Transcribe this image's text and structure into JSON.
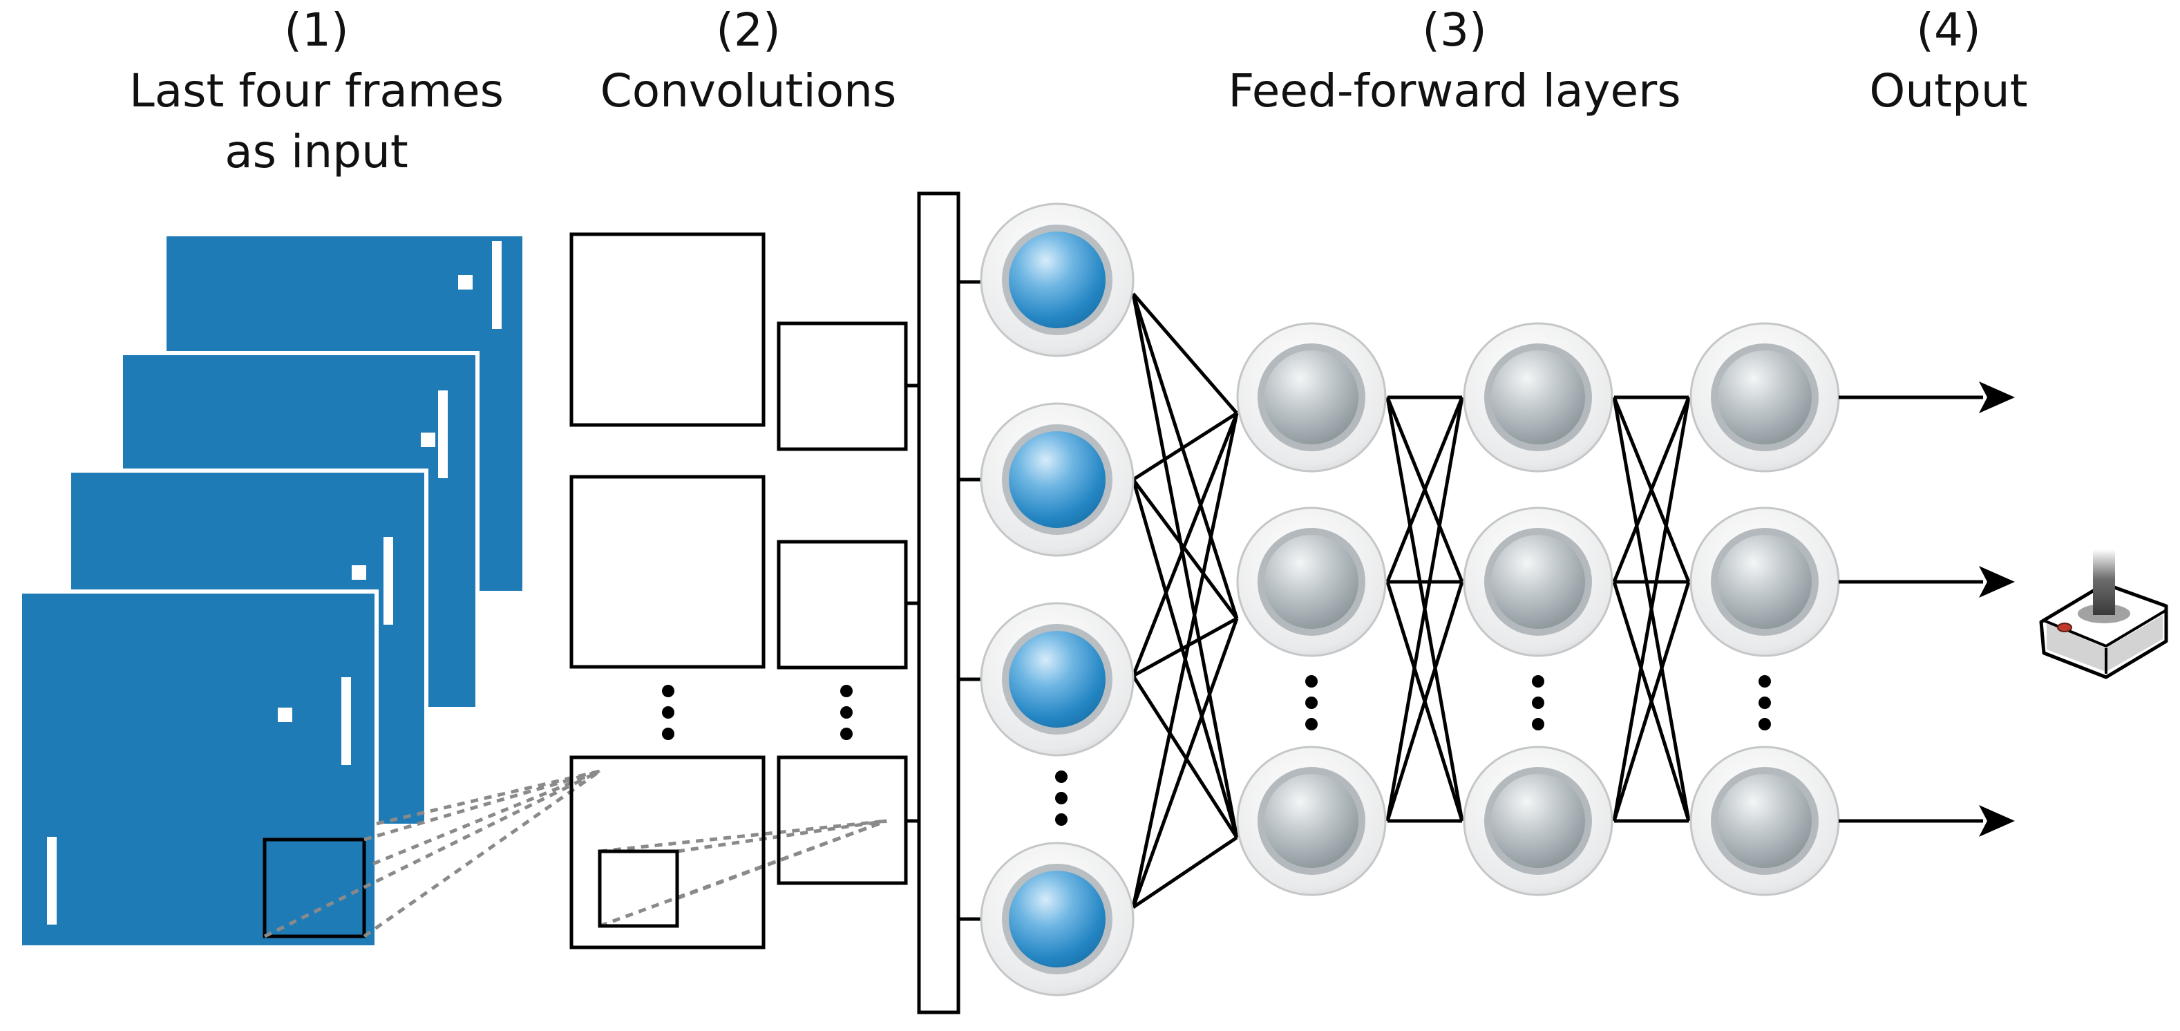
{
  "headers": {
    "input": {
      "number": "(1)",
      "line1": "Last four frames",
      "line2": "as input"
    },
    "conv": {
      "number": "(2)",
      "line1": "Convolutions"
    },
    "ff": {
      "number": "(3)",
      "line1": "Feed-forward layers"
    },
    "out": {
      "number": "(4)",
      "line1": "Output"
    }
  },
  "colors": {
    "frame_blue": "#1f7bb6",
    "node_blue": "#2b8ccc",
    "node_gray": "#a9b2b7",
    "line": "#000000",
    "dashed": "#8a8a8a"
  },
  "icons": {
    "output_device": "joystick-icon",
    "ellipsis": "vertical-ellipsis-icon"
  }
}
